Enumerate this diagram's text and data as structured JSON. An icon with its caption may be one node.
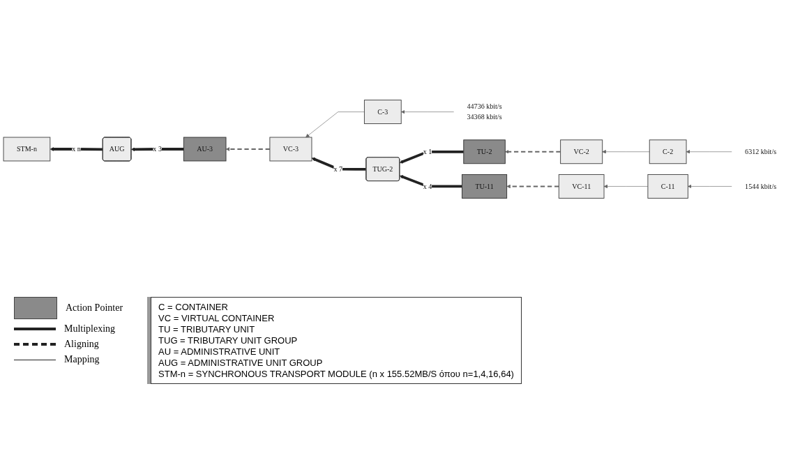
{
  "diagram": {
    "nodes": [
      {
        "text": [
          "STM-n"
        ]
      },
      {
        "text": [
          "AUG"
        ]
      },
      {
        "text": [
          "AU-3"
        ]
      },
      {
        "text": [
          "VC-3"
        ]
      },
      {
        "text": [
          "C-3"
        ]
      },
      {
        "text": [
          "44736 kbit/s",
          "34368 kbit/s"
        ]
      },
      {
        "text": [
          "TUG-2"
        ]
      },
      {
        "text": [
          "TU-2"
        ]
      },
      {
        "text": [
          "VC-2"
        ]
      },
      {
        "text": [
          "C-2"
        ]
      },
      {
        "text": [
          "6312 kbit/s"
        ]
      },
      {
        "text": [
          "TU-11"
        ]
      },
      {
        "text": [
          "VC-11"
        ]
      },
      {
        "text": [
          "C-11"
        ]
      },
      {
        "text": [
          "1544 kbit/s"
        ]
      }
    ],
    "edges": [
      {
        "from": 1,
        "to": 0,
        "arrow": "to",
        "label": "x n",
        "style": "thick"
      },
      {
        "from": 2,
        "to": 1,
        "arrow": "to",
        "label": "x 3",
        "style": "thick"
      },
      {
        "from": 3,
        "to": 2,
        "arrow": "to",
        "style": "dashed"
      },
      {
        "from": 4,
        "to": 3,
        "arrow": "to"
      },
      {
        "from": 5,
        "to": 4,
        "arrow": "to"
      },
      {
        "from": 6,
        "to": 3,
        "arrow": "to",
        "label": "x 7",
        "style": "thick"
      },
      {
        "from": 7,
        "to": 6,
        "arrow": "to",
        "label": "x 1",
        "style": "thick"
      },
      {
        "from": 8,
        "to": 7,
        "arrow": "to",
        "style": "dashed"
      },
      {
        "from": 9,
        "to": 8,
        "arrow": "to"
      },
      {
        "from": 10,
        "to": 9,
        "arrow": "to"
      },
      {
        "from": 11,
        "to": 6,
        "arrow": "to",
        "label": "x 4",
        "style": "thick"
      },
      {
        "from": 12,
        "to": 11,
        "arrow": "to",
        "style": "dashed"
      },
      {
        "from": 13,
        "to": 12,
        "arrow": "to"
      },
      {
        "from": 14,
        "to": 13,
        "arrow": "to"
      }
    ],
    "labels": [
      "C = CONTAINER",
      "VC = VIRTUAL CONTAINER",
      "TU = TRIBUTARY UNIT",
      "TUG = TRIBUTARY UNIT GROUP",
      "AU = ADMINISTRATIVE UNIT",
      "AUG = ADMINISTRATIVE UNIT GROUP",
      "STM-n = SYNCHRONOUS TRANSPORT MODULE (n x 155.52MB/S όπου n=1,4,16,64)"
    ],
    "legend": [
      {
        "text": "Action Pointer",
        "color": "#8a8a8a"
      },
      {
        "text": "Multiplexing"
      },
      {
        "text": "Aligning"
      },
      {
        "text": "Mapping"
      }
    ]
  }
}
